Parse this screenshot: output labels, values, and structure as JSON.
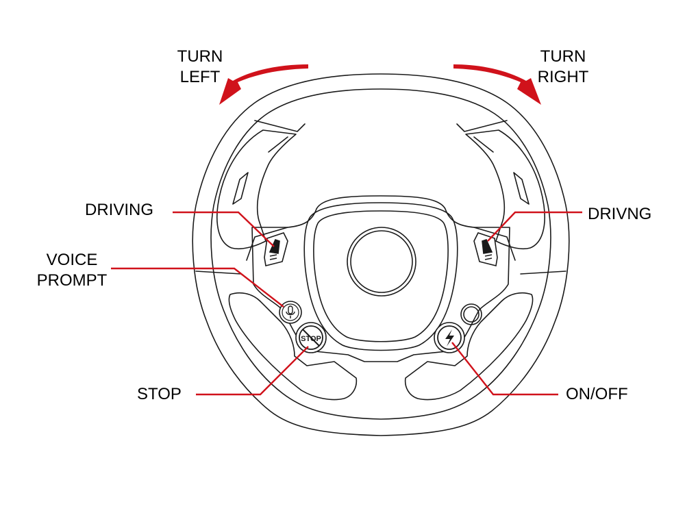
{
  "colors": {
    "outline": "#1a1a1a",
    "accent": "#d0121b",
    "background": "#ffffff"
  },
  "labels": {
    "turn_left": {
      "line1": "TURN",
      "line2": "LEFT"
    },
    "turn_right": {
      "line1": "TURN",
      "line2": "RIGHT"
    },
    "driving_left": "DRIVING",
    "driving_right": "DRIVNG",
    "voice_prompt": {
      "line1": "VOICE",
      "line2": "PROMPT"
    },
    "stop": "STOP",
    "on_off": "ON/OFF"
  },
  "buttons": {
    "stop_text": "STOP"
  },
  "icons": {
    "voice": "microphone-icon",
    "power": "lightning-bolt-icon",
    "stop": "stop-sign-icon",
    "paddles": "shift-paddle-icon"
  }
}
